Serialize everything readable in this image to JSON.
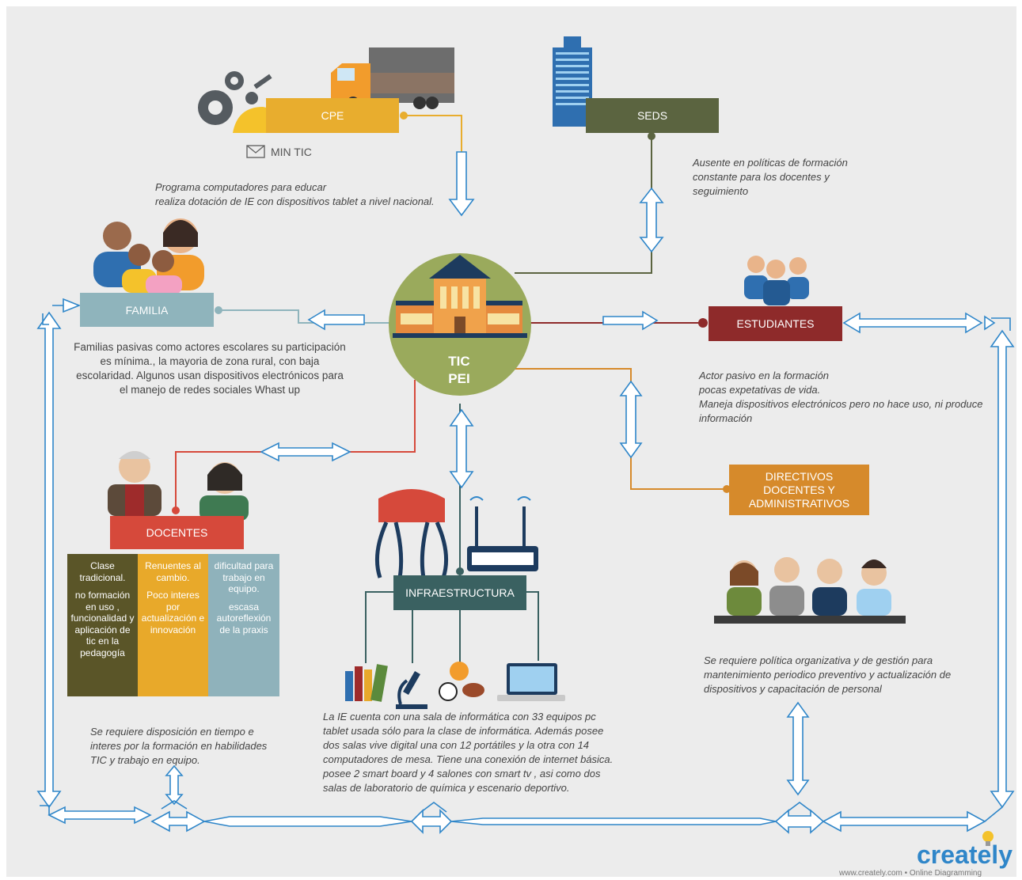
{
  "center": {
    "line1": "TIC",
    "line2": "PEI"
  },
  "nodes": {
    "cpe": "CPE",
    "min_tic": "MIN TIC",
    "seds": "SEDS",
    "familia": "FAMILIA",
    "estudiantes": "ESTUDIANTES",
    "directivos": [
      "DIRECTIVOS",
      "DOCENTES  Y",
      "ADMINISTRATIVOS"
    ],
    "docentes": "DOCENTES",
    "infraestructura": "INFRAESTRUCTURA"
  },
  "notes": {
    "cpe": [
      "Programa computadores para educar",
      "realiza dotación de IE con dispositivos tablet a nivel nacional."
    ],
    "seds": [
      "Ausente en políticas de formación",
      "constante para los docentes y",
      "seguimiento"
    ],
    "familia": [
      "Familias pasivas como actores escolares su participación",
      "es  mínima., la mayoria de zona rural,  con baja",
      "escolaridad. Algunos usan dispositivos electrónicos para",
      "el manejo de redes sociales Whast up"
    ],
    "estudiantes": [
      "Actor pasivo en la formación",
      "pocas expetativas de vida.",
      "Maneja dispositivos electrónicos pero no hace uso, ni produce",
      "información"
    ],
    "docentes_req": [
      "Se requiere disposición en tiempo  e",
      "interes por la formación en habilidades",
      "TIC y trabajo en equipo."
    ],
    "infra": [
      "La IE cuenta con una sala de informática con 33 equipos pc",
      "tablet usada sólo para la clase de informática. Además posee",
      "dos salas vive digital una con 12 portátiles y la otra con 14",
      "computadores de mesa. Tiene una conexión de internet básica.",
      "posee 2 smart board y 4 salones con smart tv , asi como dos",
      "salas de laboratorio de química y escenario deportivo."
    ],
    "directivos": [
      "Se requiere política organizativa y de gestión para",
      "mantenimiento periodico  preventivo y actualización de",
      "dispositivos  y capacitación  de personal"
    ]
  },
  "docentes_columns": [
    [
      "Clase tradicional.",
      "no formación en  uso , funcionalidad y aplicación de tic en la pedagogía"
    ],
    [
      "Renuentes al cambio.",
      "Poco interes por actualización e innovación"
    ],
    [
      "dificultad para trabajo en equipo.",
      "escasa autoreflexión de la praxis"
    ]
  ],
  "brand": {
    "logo": "creately",
    "footer": "www.creately.com • Online Diagramming"
  },
  "colors": {
    "hub": "#9aaa5c",
    "cpe": "#e8ad2e",
    "seds": "#5b6440",
    "familia": "#8fb4bc",
    "estudiantes": "#8e2a2a",
    "directivos": "#d68a2b",
    "docentes": "#d6493b",
    "infra": "#3a6161",
    "col1": "#5a5528",
    "col2": "#e8a92a",
    "col3": "#8fb2bb",
    "arrow": "#2f86c9",
    "brand": "#2f86c9"
  }
}
